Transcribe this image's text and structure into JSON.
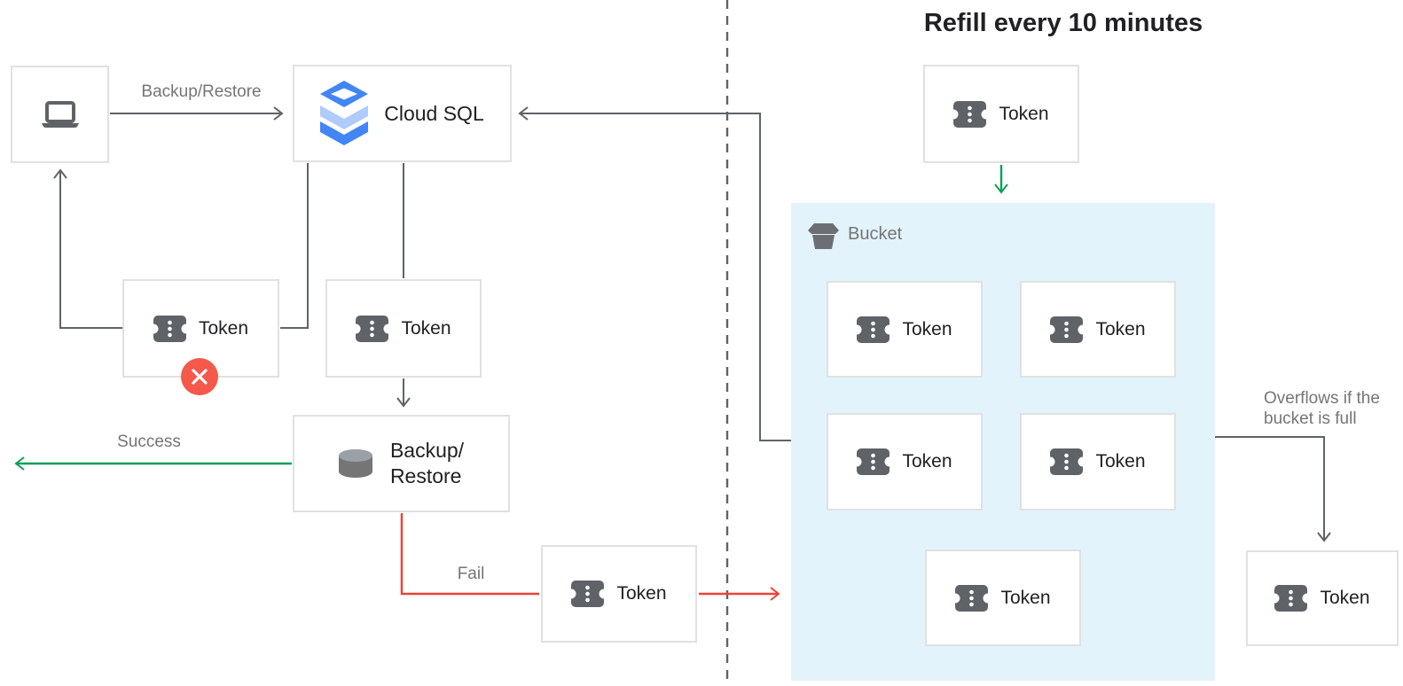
{
  "title": "Refill every 10 minutes",
  "labels": {
    "cloud_sql": "Cloud SQL",
    "token": "Token",
    "backup_line1": "Backup/",
    "backup_line2": "Restore",
    "bucket": "Bucket"
  },
  "annotations": {
    "backup_restore_arrow": "Backup/Restore",
    "success": "Success",
    "fail": "Fail",
    "overflow_line1": "Overflows if the",
    "overflow_line2": "bucket is full"
  },
  "icons": {
    "client": "laptop-icon",
    "cloud_sql": "cloud-sql-stack-icon",
    "token": "ticket-icon",
    "backup_restore": "database-cylinder-icon",
    "bucket": "bucket-icon",
    "failed_token_badge": "error-x-icon"
  },
  "colors": {
    "line_gray": "#5F6368",
    "success_green": "#0F9D58",
    "fail_red": "#EA4335",
    "error_badge_red": "#F4594B",
    "bucket_fill_blue": "#E2F3FC",
    "box_border_gray": "#E1E1E1",
    "text_dark": "#212124",
    "text_gray": "#757575",
    "cloud_sql_blue": "#4285F4",
    "cloud_sql_light_blue": "#AECBFA",
    "icon_gray": "#5F6368"
  }
}
